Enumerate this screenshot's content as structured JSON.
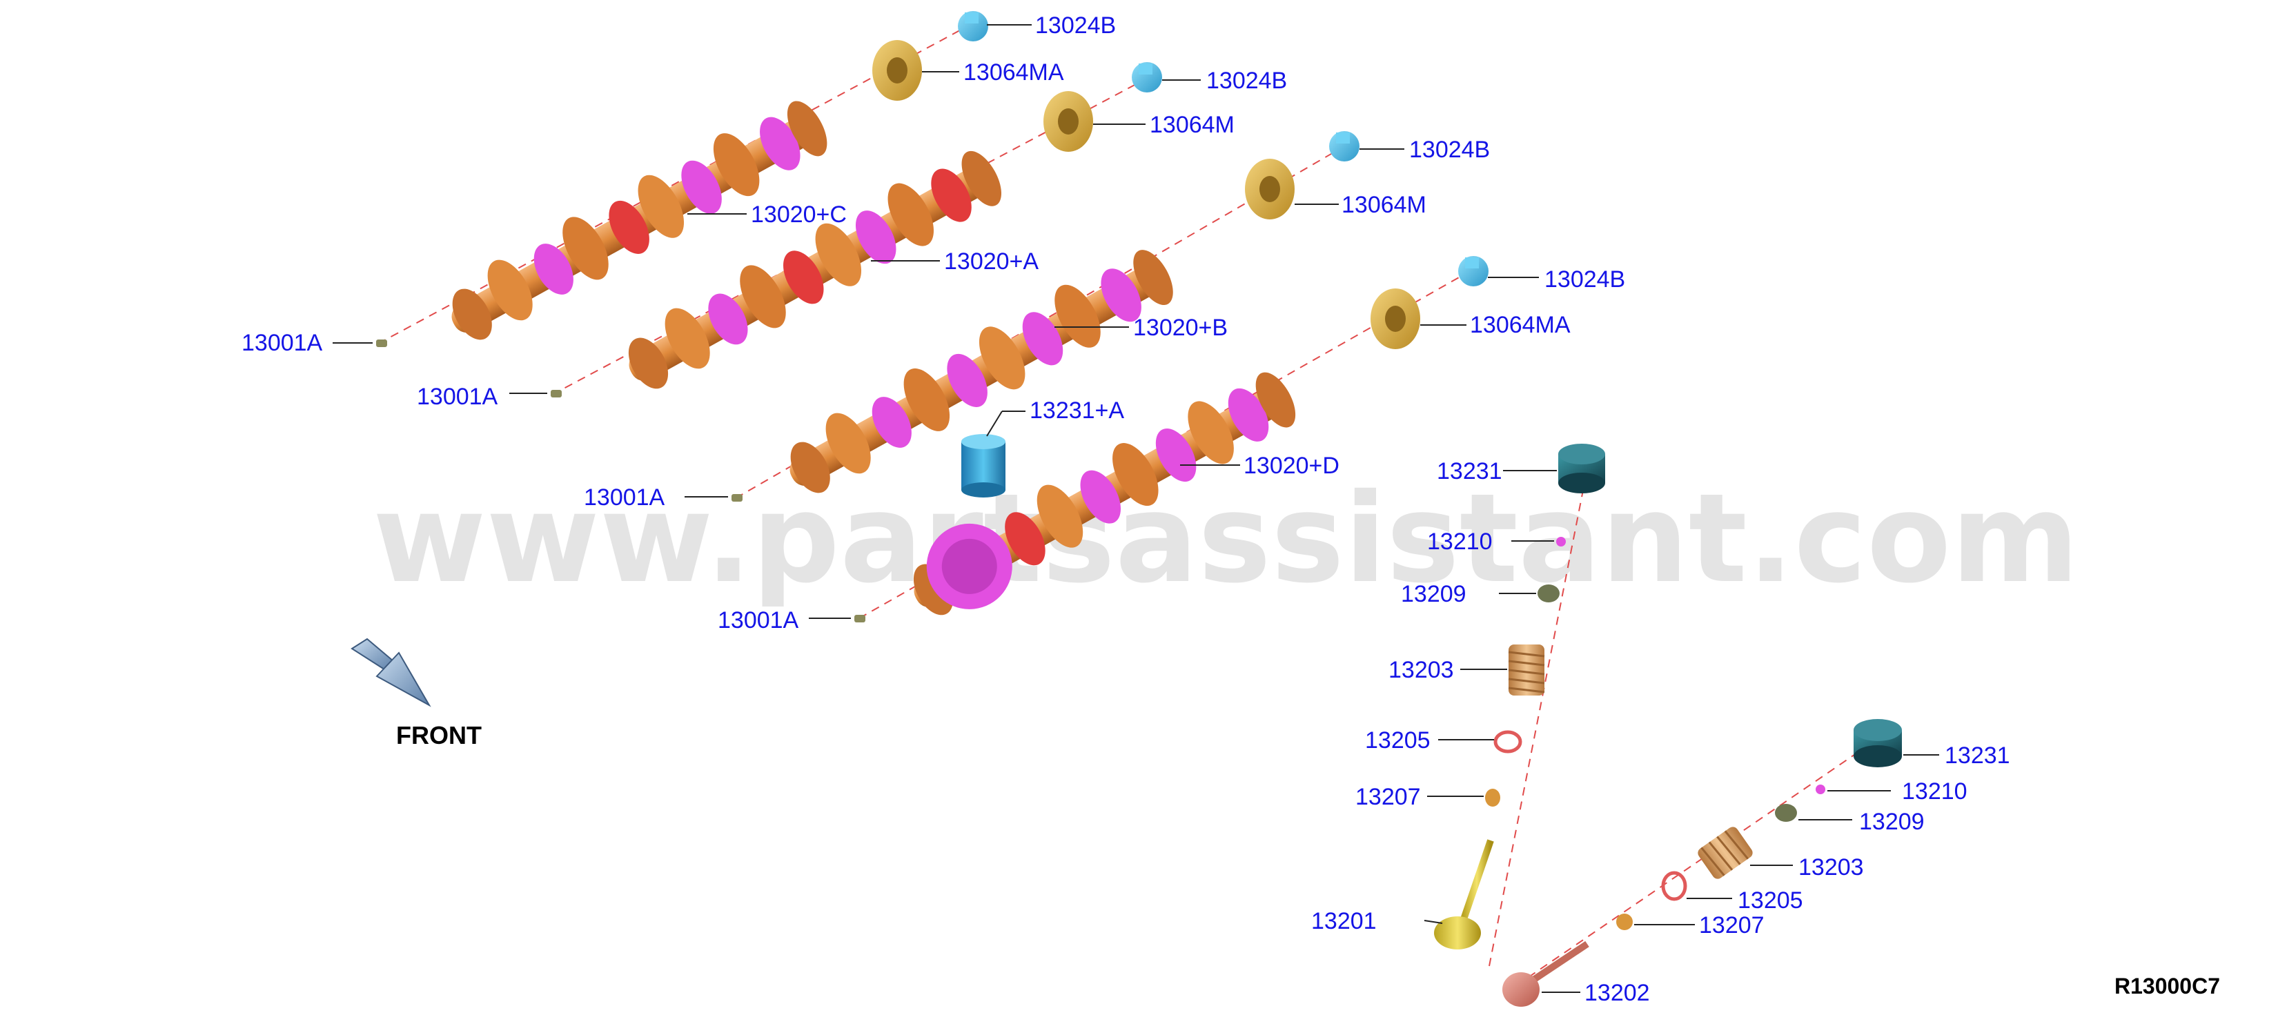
{
  "diagram": {
    "watermark": "www.partsassistant.com",
    "front_label": "FRONT",
    "reference_code": "R13000C7",
    "part_labels": {
      "l01": "13024B",
      "l02": "13064MA",
      "l03": "13024B",
      "l04": "13064M",
      "l05": "13024B",
      "l06": "13064M",
      "l07": "13024B",
      "l08": "13064MA",
      "l09": "13020+C",
      "l10": "13020+A",
      "l11": "13020+B",
      "l12": "13020+D",
      "l13": "13231+A",
      "l14": "13001A",
      "l15": "13001A",
      "l16": "13001A",
      "l17": "13001A",
      "l18": "13231",
      "l19": "13210",
      "l20": "13209",
      "l21": "13203",
      "l22": "13205",
      "l23": "13207",
      "l24": "13201",
      "l25": "13231",
      "l26": "13210",
      "l27": "13209",
      "l28": "13203",
      "l29": "13205",
      "l30": "13207",
      "l31": "13202"
    },
    "colors": {
      "callout_text": "#1414e6",
      "camshaft": "#e08a3c",
      "lobe_highlight": "#e24fe0",
      "journal_red": "#e23b3b",
      "sprocket_gold": "#d9a83a",
      "bolt_blue": "#3fb8e8",
      "tappet_teal": "#1f6a78",
      "spring": "#d6a26a",
      "axis_dash": "#e14b4b"
    }
  }
}
